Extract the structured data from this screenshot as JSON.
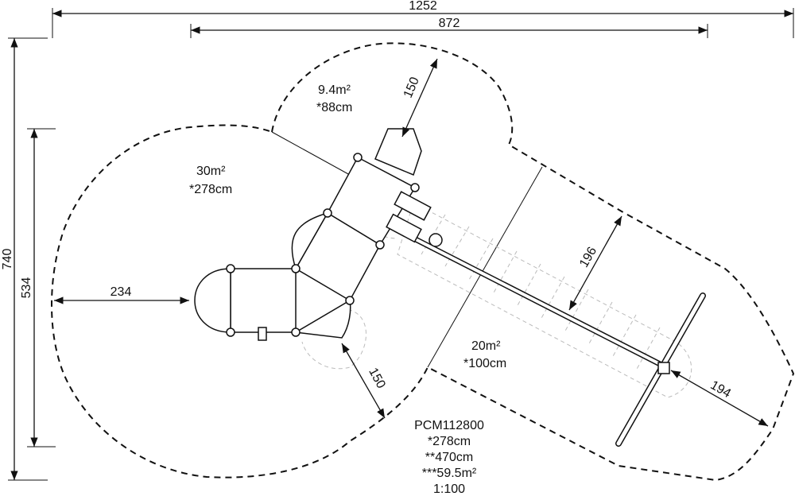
{
  "dimensions": {
    "overall_width": "1252",
    "inner_width": "872",
    "overall_height": "740",
    "inner_height": "534",
    "left_clearance": "234",
    "top_clearance": "150",
    "bottom_clearance": "150",
    "slide_clearance": "196",
    "end_clearance": "194"
  },
  "zones": [
    {
      "area": "9.4m²",
      "height": "*88cm"
    },
    {
      "area": "30m²",
      "height": "*278cm"
    },
    {
      "area": "20m²",
      "height": "*100cm"
    }
  ],
  "product": {
    "code": "PCM112800",
    "fall_height": "*278cm",
    "total_height": "**470cm",
    "total_area": "***59.5m²",
    "scale": "1:100"
  }
}
